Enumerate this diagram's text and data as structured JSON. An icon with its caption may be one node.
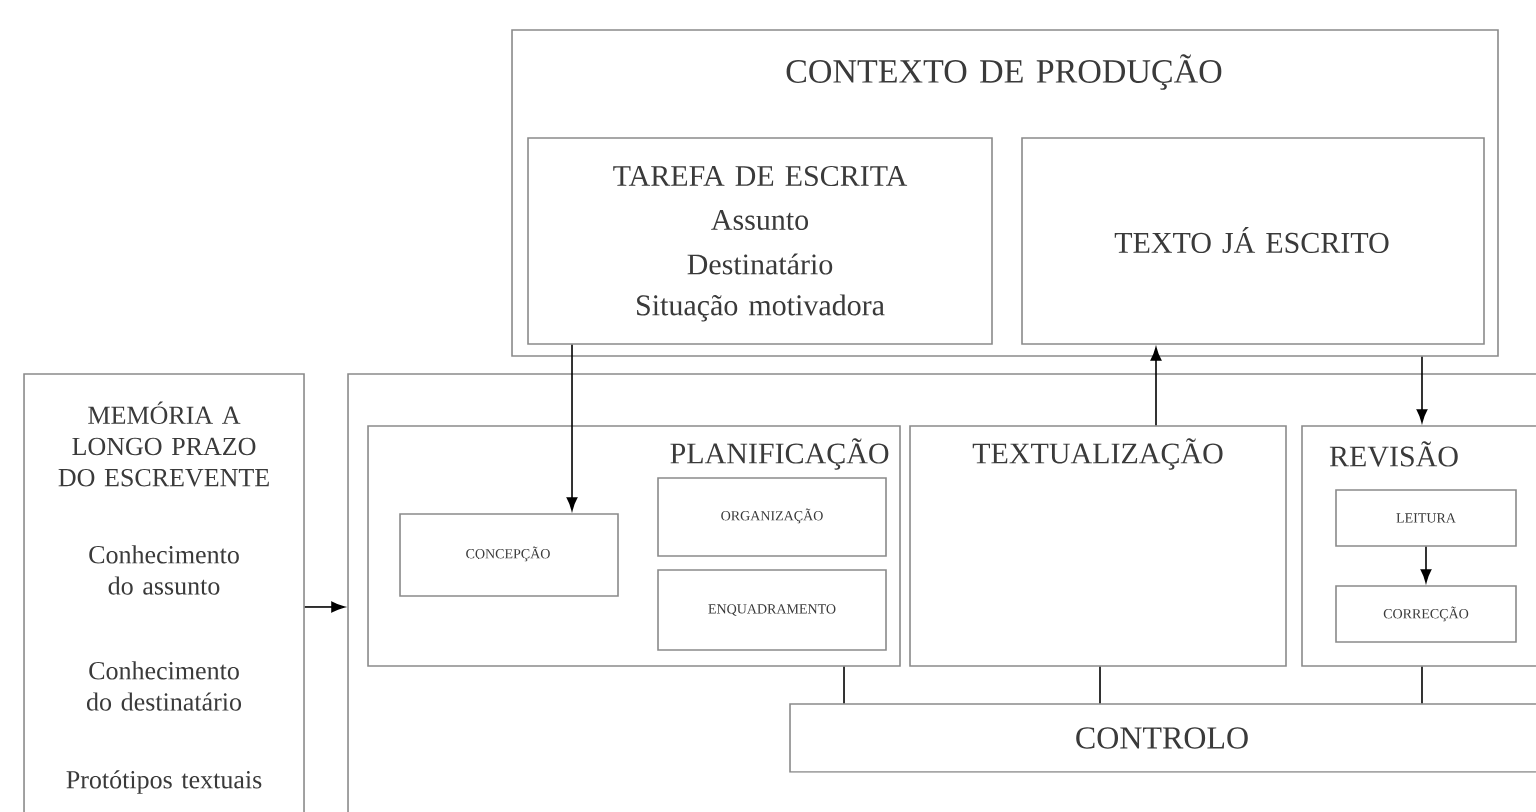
{
  "diagram": {
    "nodes": [
      {
        "text": [
          "CONTEXTO DE PRODUÇÃO"
        ]
      },
      {
        "text": [
          "TAREFA DE ESCRITA",
          "Assunto",
          "Destinatário",
          "Situação motivadora"
        ],
        "in": 0
      },
      {
        "text": [
          "TEXTO JÁ ESCRITO"
        ],
        "in": 0
      },
      {
        "text": [
          "MEMÓRIA A LONGO PRAZO DO ESCREVENTE",
          "Conhecimento do assunto",
          "Conhecimento do destinatário",
          "Protótipos textuais"
        ]
      },
      {
        "text": [],
        "shape": "box"
      },
      {
        "text": [
          "PLANIFICAÇÃO"
        ],
        "in": 4
      },
      {
        "text": [
          "CONCEPÇÃO"
        ],
        "in": 5
      },
      {
        "text": [
          "ORGANIZAÇÃO"
        ],
        "in": 5
      },
      {
        "text": [
          "ENQUADRAMENTO"
        ],
        "in": 5
      },
      {
        "text": [
          "TEXTUALIZAÇÃO"
        ],
        "in": 4
      },
      {
        "text": [
          "REVISÃO"
        ],
        "in": 4
      },
      {
        "text": [
          "LEITURA"
        ],
        "in": 10
      },
      {
        "text": [
          "CORRECÇÃO"
        ],
        "in": 10
      },
      {
        "text": [
          "CONTROLO"
        ],
        "in": 4
      }
    ],
    "edges": [
      {
        "from": 1,
        "to": 6,
        "arrow": "to"
      },
      {
        "from": 3,
        "to": 4,
        "arrow": "to"
      },
      {
        "from": 9,
        "to": 2,
        "arrow": "to"
      },
      {
        "from": 2,
        "to": 10,
        "arrow": "to"
      },
      {
        "from": 11,
        "to": 12,
        "arrow": "to"
      },
      {
        "from": 5,
        "to": 13,
        "arrow": "none"
      },
      {
        "from": 9,
        "to": 13,
        "arrow": "none"
      },
      {
        "from": 10,
        "to": 13,
        "arrow": "none"
      }
    ]
  }
}
